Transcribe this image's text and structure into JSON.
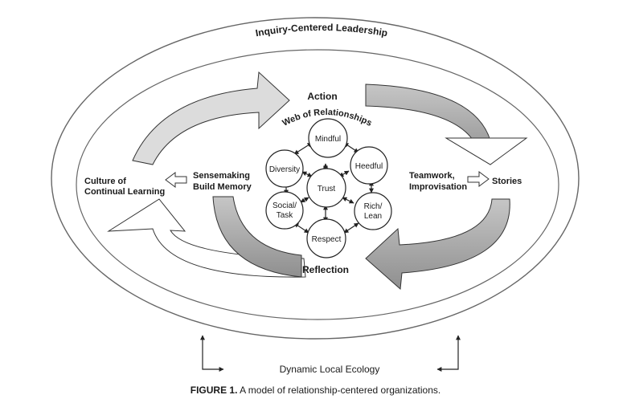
{
  "outer_label": "Inquiry-Centered Leadership",
  "web_label": "Web of Relationships",
  "action_label": "Action",
  "reflection_label": "Reflection",
  "left_outer": {
    "line1": "Culture of",
    "line2": "Continual Learning"
  },
  "left_inner": {
    "line1": "Sensemaking",
    "line2": "Build Memory"
  },
  "right_inner": {
    "line1": "Teamwork,",
    "line2": "Improvisation"
  },
  "right_outer": "Stories",
  "nodes": {
    "mindful": "Mindful",
    "diversity": "Diversity",
    "heedful": "Heedful",
    "trust": "Trust",
    "social_line1": "Social/",
    "social_line2": "Task",
    "rich_line1": "Rich/",
    "rich_line2": "Lean",
    "respect": "Respect"
  },
  "ecology_label": "Dynamic Local Ecology",
  "caption": {
    "prefix": "FIGURE 1.",
    "text": " A model of relationship-centered organizations."
  },
  "colors": {
    "arrow_fill": "#cfcfcf",
    "arrow_dark": "#a8a8a8",
    "stroke": "#333333"
  }
}
